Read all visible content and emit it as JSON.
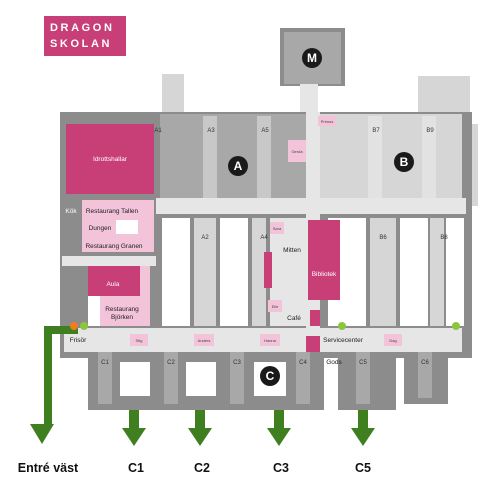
{
  "logo": {
    "line1": "DRAGON",
    "line2": "SKOLAN"
  },
  "big_labels": {
    "m": "M",
    "a": "A",
    "b": "B",
    "c": "C"
  },
  "rooms": {
    "idrottshallar": "Idrottshallar",
    "kok": "Kök",
    "restaurang_tallen": "Restaurang Tallen",
    "dungen": "Dungen",
    "restaurang_granen": "Restaurang Granen",
    "aula": "Aula",
    "restaurang_bjorken_1": "Restaurang",
    "restaurang_bjorken_2": "Björken",
    "frisor": "Frisör",
    "bibliotek": "Bibliotek",
    "mitten": "Mitten",
    "cafe": "Café",
    "servicecenter": "Servicecenter",
    "gods": "Gods"
  },
  "small_signs": {
    "primus": "Primus",
    "gerda": "Gerda",
    "sara": "Sara",
    "elle": "Elle",
    "stig": "Stig",
    "anders": "Anders",
    "hanna": "Hanna",
    "dag": "Dag"
  },
  "corridors": {
    "a1": "A1",
    "a3": "A3",
    "a5": "A5",
    "b7": "B7",
    "b9": "B9",
    "a2": "A2",
    "a4": "A4",
    "b6": "B6",
    "b8": "B8",
    "c1": "C1",
    "c2": "C2",
    "c3": "C3",
    "c4": "C4",
    "c5": "C5",
    "c6": "C6"
  },
  "entrances": {
    "west": "Entré väst",
    "c1": "C1",
    "c2": "C2",
    "c3": "C3",
    "c5": "C5"
  },
  "colors": {
    "brand": "#c83f78",
    "wall": "#8c8c8c",
    "floor_dark": "#a8a8a8",
    "floor_mid": "#c0c0c0",
    "floor_light": "#d6d6d6",
    "corridor": "#e6e6e6",
    "pink_light": "#f3c3da",
    "arrow": "#3f7f1f",
    "dot_green": "#8cc63f",
    "dot_orange": "#f07d1f"
  }
}
